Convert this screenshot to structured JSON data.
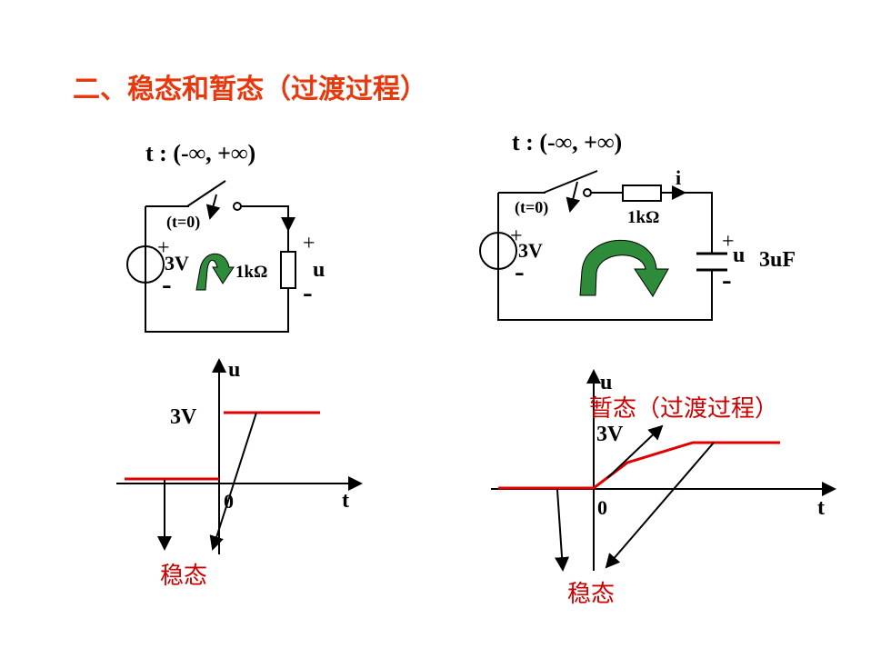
{
  "slide": {
    "title": "二、稳态和暂态（过渡过程）"
  },
  "colors": {
    "title": "#e8380d",
    "red_line": "#e00000",
    "label_red": "#cc0000",
    "arrow_green": "#2e8b3a",
    "ink": "#000000"
  },
  "left_circuit": {
    "time_range": "t : (-∞, +∞)",
    "switch_label": "(t=0)",
    "source_value": "3V",
    "source_plus": "+",
    "source_minus": "-",
    "resistor_label": "1kΩ",
    "output_plus": "+",
    "output_label": "u",
    "output_minus": "-"
  },
  "right_circuit": {
    "time_range": "t : (-∞, +∞)",
    "switch_label": "(t=0)",
    "source_value": "3V",
    "source_plus": "+",
    "source_minus": "-",
    "resistor_label": "1kΩ",
    "current_label": "i",
    "output_plus": "+",
    "output_label": "u",
    "output_minus": "-",
    "capacitor_label": "3uF"
  },
  "left_graph": {
    "y_axis_label": "u",
    "x_axis_label": "t",
    "origin_label": "0",
    "level_label": "3V",
    "steady_label": "稳态"
  },
  "right_graph": {
    "y_axis_label": "u",
    "x_axis_label": "t",
    "origin_label": "0",
    "level_label": "3V",
    "transient_label": "暂态（过渡过程）",
    "steady_label": "稳态"
  }
}
